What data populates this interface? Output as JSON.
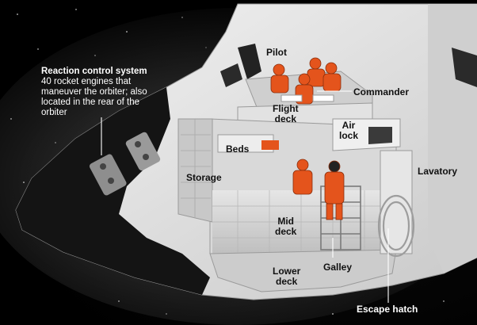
{
  "labels": {
    "rcs_title": "Reaction control system",
    "rcs_body_1": "40 rocket engines that",
    "rcs_body_2": "maneuver the orbiter; also",
    "rcs_body_3": "located in the rear of the",
    "rcs_body_4": "orbiter",
    "pilot": "Pilot",
    "commander": "Commander",
    "flight_deck_1": "Flight",
    "flight_deck_2": "deck",
    "air_lock_1": "Air",
    "air_lock_2": "lock",
    "beds": "Beds",
    "storage": "Storage",
    "lavatory": "Lavatory",
    "mid_deck_1": "Mid",
    "mid_deck_2": "deck",
    "galley": "Galley",
    "lower_deck_1": "Lower",
    "lower_deck_2": "deck",
    "escape_hatch": "Escape hatch"
  },
  "colors": {
    "space": "#000000",
    "hull": "#e9e9e9",
    "hull_shadow": "#bdbdbd",
    "nose_tile": "#151515",
    "interior": "#d8d8d8",
    "interior_dark": "#a9a9a9",
    "suit_orange": "#e4541c",
    "leader_line": "#ffffff"
  }
}
